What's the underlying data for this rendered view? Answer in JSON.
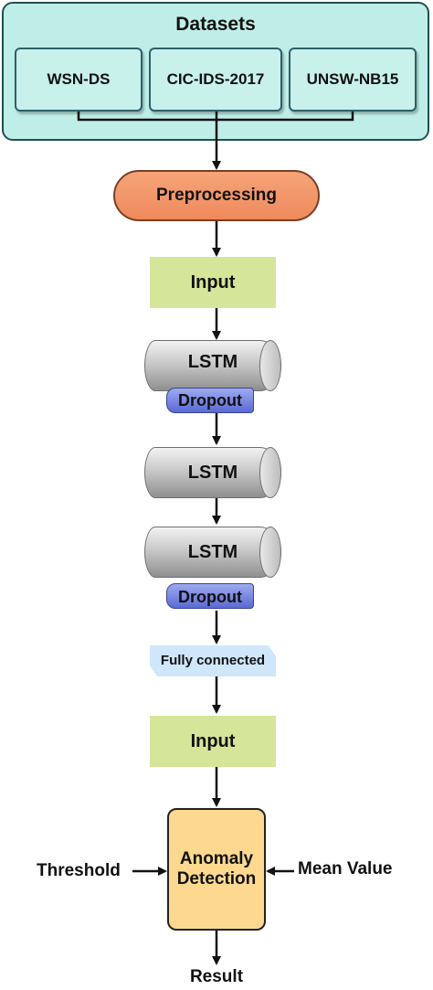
{
  "datasets": {
    "title": "Datasets",
    "items": [
      "WSN-DS",
      "CIC-IDS-2017",
      "UNSW-NB15"
    ]
  },
  "preprocessing": "Preprocessing",
  "input_1": "Input",
  "lstm_1": "LSTM",
  "dropout_1": "Dropout",
  "lstm_2": "LSTM",
  "lstm_3": "LSTM",
  "dropout_2": "Dropout",
  "fully_connected": "Fully connected",
  "input_2": "Input",
  "anomaly_detection": {
    "line1": "Anomaly",
    "line2": "Detection"
  },
  "threshold": "Threshold",
  "mean_value": "Mean Value",
  "result": "Result",
  "colors": {
    "datasets_fill": "#bfeee8",
    "preprocessing_fill": "#ee8a5c",
    "input_fill": "#d5e59a",
    "lstm_fill": "#c9c9c9",
    "dropout_fill": "#5a6ad4",
    "fully_connected_fill": "#cfe6fb",
    "anomaly_fill": "#fcd98e",
    "arrow": "#111111"
  }
}
